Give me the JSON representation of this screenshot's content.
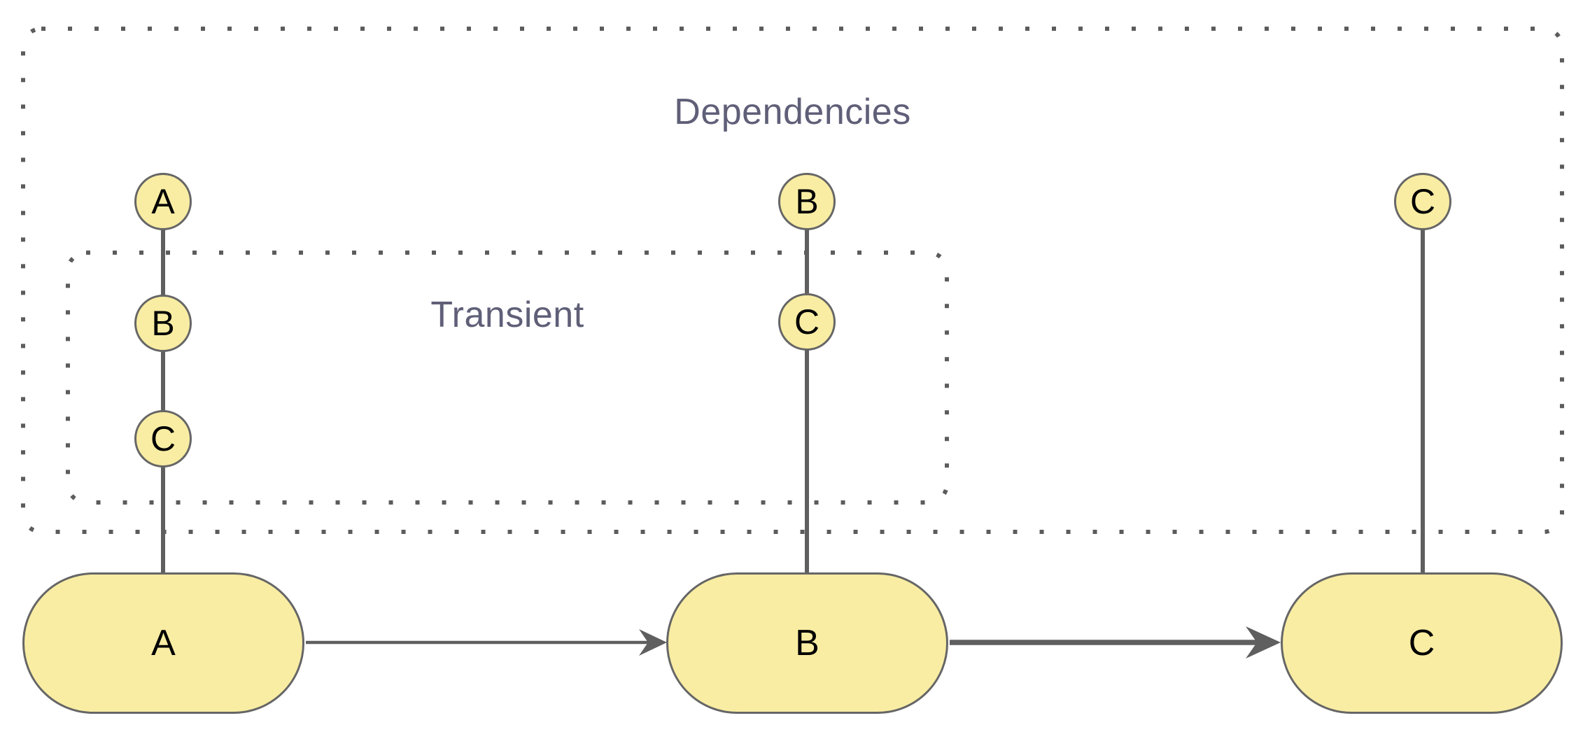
{
  "diagram": {
    "groups": {
      "outer": {
        "label": "Dependencies"
      },
      "inner": {
        "label": "Transient"
      }
    },
    "pills": [
      {
        "label": "A"
      },
      {
        "label": "B"
      },
      {
        "label": "C"
      }
    ],
    "stacks": [
      {
        "over_pill": "A",
        "items": [
          "A",
          "B",
          "C"
        ]
      },
      {
        "over_pill": "B",
        "items": [
          "B",
          "C"
        ]
      },
      {
        "over_pill": "C",
        "items": [
          "C"
        ]
      }
    ],
    "edges": [
      {
        "from": "A",
        "to": "B",
        "style": "thin-arrow"
      },
      {
        "from": "B",
        "to": "C",
        "style": "thick-arrow"
      }
    ],
    "colors": {
      "background": "#FFFFFF",
      "node_fill": "#F9EDA3",
      "node_border": "#666666",
      "node_label": "#000000",
      "connector": "#5F5F5F",
      "group_border": "#5C5C5C",
      "group_label": "#5F5F78"
    }
  }
}
